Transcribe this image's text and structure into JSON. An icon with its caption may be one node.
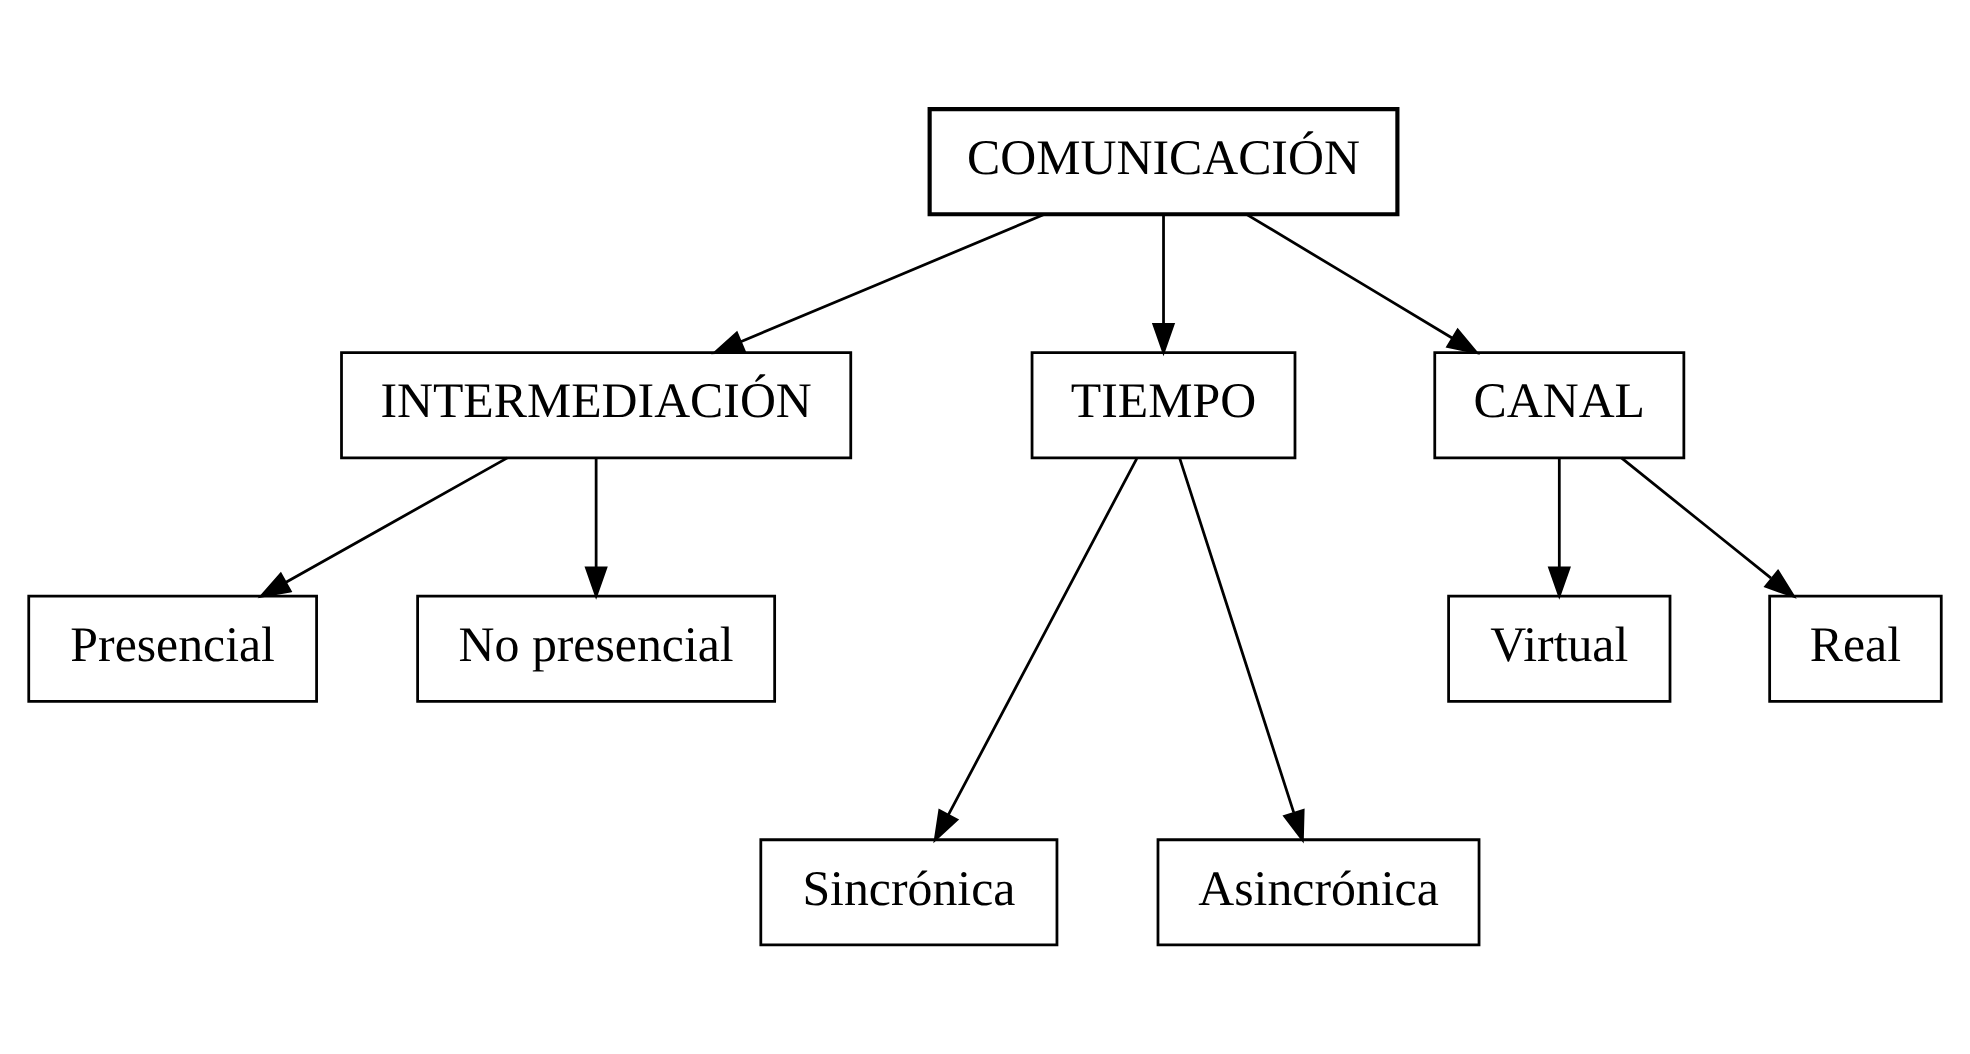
{
  "diagram": {
    "nodes": [
      {
        "text": [
          "COMUNICACIÓN"
        ]
      },
      {
        "text": [
          "INTERMEDIACIÓN"
        ]
      },
      {
        "text": [
          "TIEMPO"
        ]
      },
      {
        "text": [
          "CANAL"
        ]
      },
      {
        "text": [
          "Presencial"
        ]
      },
      {
        "text": [
          "No presencial"
        ]
      },
      {
        "text": [
          "Sincrónica"
        ]
      },
      {
        "text": [
          "Asincrónica"
        ]
      },
      {
        "text": [
          "Virtual"
        ]
      },
      {
        "text": [
          "Real"
        ]
      }
    ],
    "edges": [
      {
        "from": 0,
        "to": 1,
        "arrow": "to"
      },
      {
        "from": 0,
        "to": 2,
        "arrow": "to"
      },
      {
        "from": 0,
        "to": 3,
        "arrow": "to"
      },
      {
        "from": 1,
        "to": 4,
        "arrow": "to"
      },
      {
        "from": 1,
        "to": 5,
        "arrow": "to"
      },
      {
        "from": 2,
        "to": 6,
        "arrow": "to"
      },
      {
        "from": 2,
        "to": 7,
        "arrow": "to"
      },
      {
        "from": 3,
        "to": 8,
        "arrow": "to"
      },
      {
        "from": 3,
        "to": 9,
        "arrow": "to"
      }
    ]
  }
}
